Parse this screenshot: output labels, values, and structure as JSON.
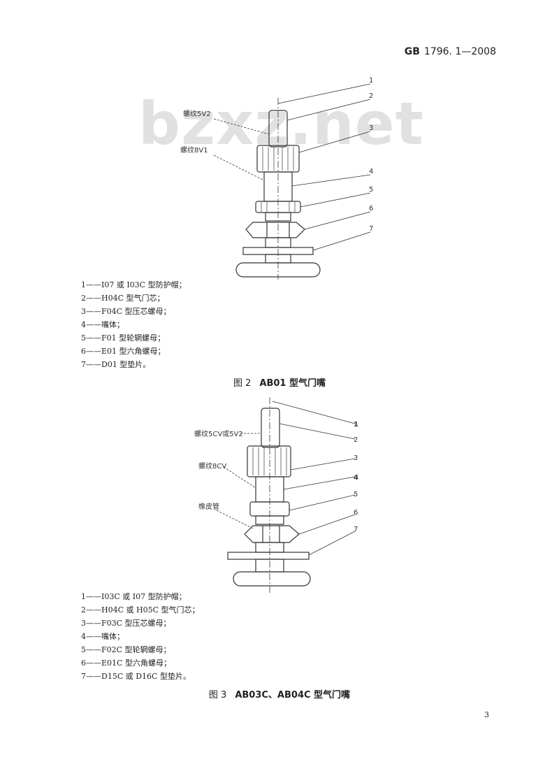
{
  "header": {
    "standard_code": "GB",
    "standard_number": "1796. 1—2008"
  },
  "watermark": "bzxz.net",
  "figure2": {
    "number": "图 2",
    "title": "AB01 型气门嘴",
    "callouts": [
      "1",
      "2",
      "3",
      "4",
      "5",
      "6",
      "7"
    ],
    "thread_labels": [
      "螺纹5V2",
      "螺纹8V1"
    ],
    "legend": [
      "1——I07 或 I03C 型防护帽；",
      "2——H04C 型气门芯；",
      "3——F04C 型压芯螺母；",
      "4——嘴体；",
      "5——F01 型轮辋螺母；",
      "6——E01 型六角螺母；",
      "7——D01 型垫片。"
    ]
  },
  "figure3": {
    "number": "图 3",
    "title": "AB03C、AB04C 型气门嘴",
    "callouts": [
      "1",
      "2",
      "3",
      "4",
      "5",
      "6",
      "7"
    ],
    "thread_labels": [
      "螺纹5CV或5V2",
      "螺纹8CV",
      "橡皮管"
    ],
    "legend": [
      "1——I03C 或 I07 型防护帽；",
      "2——H04C 或 H05C 型气门芯；",
      "3——F03C 型压芯螺母；",
      "4——嘴体；",
      "5——F02C 型轮辋螺母；",
      "6——E01C 型六角螺母；",
      "7——D15C 或 D16C 型垫片。"
    ]
  },
  "page_number": "3"
}
